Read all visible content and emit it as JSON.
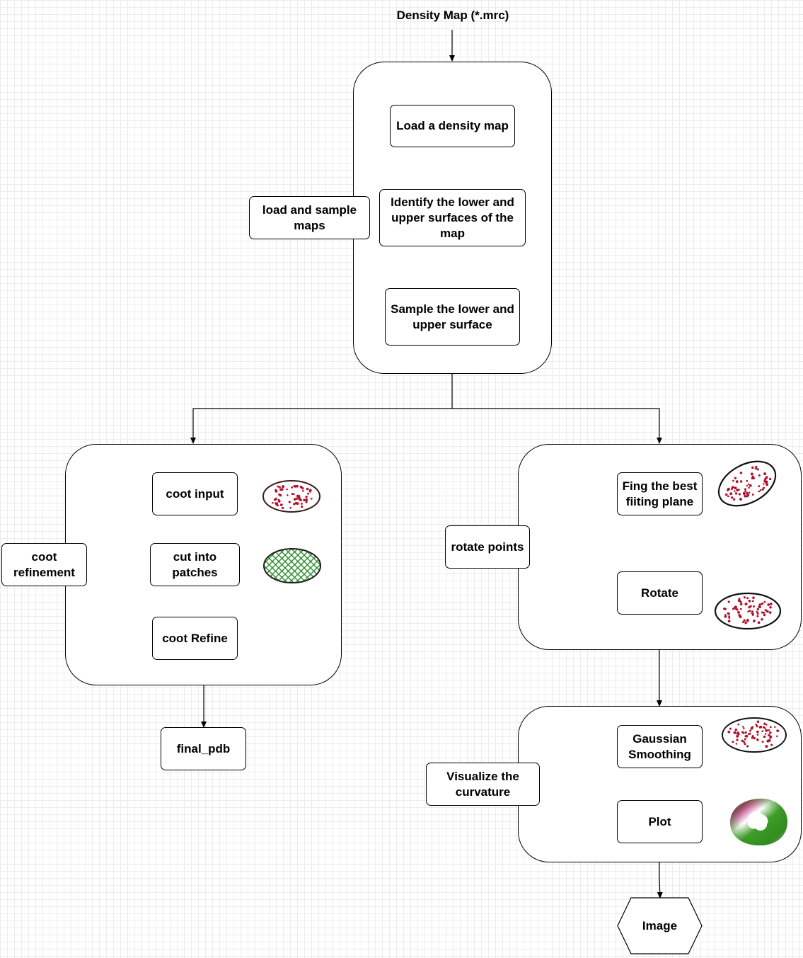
{
  "input_label": "Density Map (*.mrc)",
  "load_section": {
    "label": "load and sample maps",
    "steps": [
      "Load a density map",
      "Identify the lower and upper surfaces of the map",
      "Sample the lower and upper surface"
    ]
  },
  "coot_section": {
    "label": "coot refinement",
    "steps": [
      "coot input",
      "cut into patches",
      "coot Refine"
    ],
    "output": "final_pdb"
  },
  "rotate_section": {
    "label": "rotate points",
    "steps": [
      "Fing the best fiiting plane",
      "Rotate"
    ]
  },
  "visualize_section": {
    "label": "Visualize the curvature",
    "steps": [
      "Gaussian Smoothing",
      "Plot"
    ],
    "output": "Image"
  },
  "colors": {
    "point_red": "#b0102a",
    "mesh_green": "#2e8b2e",
    "curvature_green": "#3f9f2a",
    "curvature_magenta": "#c2187a",
    "grid": "#ececec"
  },
  "icons": [
    "points-ellipse-icon",
    "mesh-ellipse-icon",
    "curvature-ring-icon"
  ]
}
